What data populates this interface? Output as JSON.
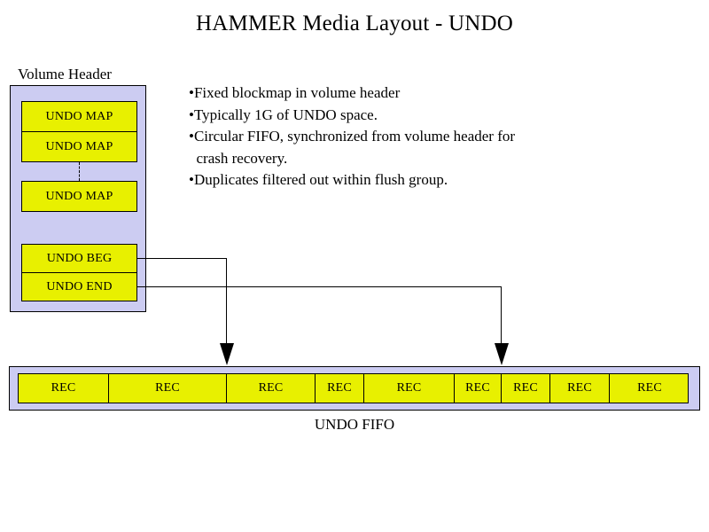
{
  "page": {
    "title": "HAMMER Media Layout - UNDO",
    "background_color": "#ffffff"
  },
  "colors": {
    "container_fill": "#ccccf2",
    "block_fill": "#e8f000",
    "stroke": "#000000",
    "text": "#000000"
  },
  "volume_header": {
    "label": "Volume Header",
    "blocks": [
      {
        "id": "undo-map-1",
        "label": "UNDO MAP"
      },
      {
        "id": "undo-map-2",
        "label": "UNDO MAP"
      },
      {
        "id": "undo-map-3",
        "label": "UNDO MAP"
      },
      {
        "id": "undo-beg",
        "label": "UNDO BEG"
      },
      {
        "id": "undo-end",
        "label": "UNDO END"
      }
    ]
  },
  "notes": {
    "bullets": [
      "•Fixed blockmap in volume header",
      "•Typically 1G of UNDO space.",
      "•Circular FIFO, synchronized from volume header for",
      "  crash recovery.",
      "•Duplicates filtered out within flush group."
    ]
  },
  "fifo": {
    "label": "UNDO FIFO",
    "records": [
      {
        "label": "REC",
        "width": 102
      },
      {
        "label": "REC",
        "width": 133
      },
      {
        "label": "REC",
        "width": 100
      },
      {
        "label": "REC",
        "width": 55
      },
      {
        "label": "REC",
        "width": 102
      },
      {
        "label": "REC",
        "width": 53
      },
      {
        "label": "REC",
        "width": 55
      },
      {
        "label": "REC",
        "width": 67
      },
      {
        "label": "REC",
        "width": 90
      }
    ]
  },
  "connectors": [
    {
      "name": "undo-beg-to-fifo",
      "from": "UNDO BEG",
      "to": "UNDO FIFO"
    },
    {
      "name": "undo-end-to-fifo",
      "from": "UNDO END",
      "to": "UNDO FIFO"
    }
  ]
}
